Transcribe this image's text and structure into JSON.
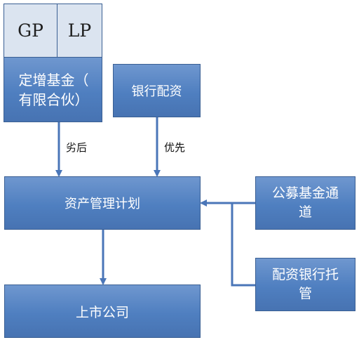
{
  "nodes": {
    "gp": "GP",
    "lp": "LP",
    "fund": "定增基金（\n有限合伙）",
    "bank_funding": "银行配资",
    "asset_plan": "资产管理计划",
    "public_fund": "公募基金通\n道",
    "custody": "配资银行托\n管",
    "listed_company": "上市公司"
  },
  "edges": {
    "inferior": "劣后",
    "priority": "优先"
  },
  "colors": {
    "box_fill": "#4f7fc0",
    "box_border": "#3a5f93",
    "header_fill": "#dbe4f0",
    "arrow": "#4a76b8"
  }
}
